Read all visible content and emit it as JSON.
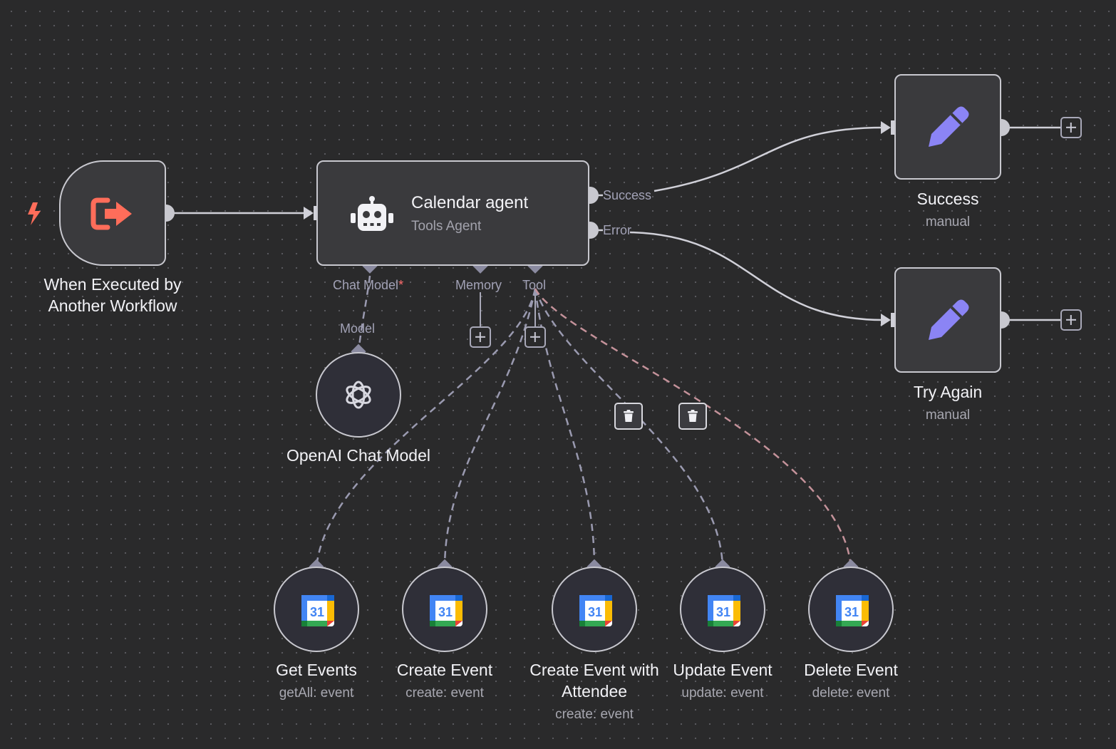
{
  "nodes": {
    "trigger": {
      "title_line1": "When Executed by",
      "title_line2": "Another Workflow"
    },
    "agent": {
      "title": "Calendar agent",
      "subtitle": "Tools Agent"
    },
    "success": {
      "title": "Success",
      "subtitle": "manual"
    },
    "try_again": {
      "title": "Try Again",
      "subtitle": "manual"
    },
    "openai": {
      "title": "OpenAI Chat Model"
    },
    "get_events": {
      "title": "Get Events",
      "subtitle": "getAll: event",
      "icon_text": "31"
    },
    "create_event": {
      "title": "Create Event",
      "subtitle": "create: event",
      "icon_text": "31"
    },
    "create_event_attendee": {
      "title_line1": "Create Event with",
      "title_line2": "Attendee",
      "subtitle": "create: event",
      "icon_text": "31"
    },
    "update_event": {
      "title": "Update Event",
      "subtitle": "update: event",
      "icon_text": "31"
    },
    "delete_event": {
      "title": "Delete Event",
      "subtitle": "delete: event",
      "icon_text": "31"
    }
  },
  "ports": {
    "success": "Success",
    "error": "Error",
    "chat_model": "Chat Model",
    "required_mark": "*",
    "memory": "Memory",
    "tool": "Tool",
    "model": "Model"
  },
  "icons": {
    "trigger": "sign-out-arrow-icon",
    "bolt": "lightning-bolt-icon",
    "agent": "robot-icon",
    "edit": "pencil-icon",
    "openai": "openai-logo-icon",
    "calendar": "google-calendar-icon",
    "add": "plus-icon",
    "delete": "trash-icon"
  },
  "colors": {
    "background": "#2a2a2b",
    "node_fill": "#3a3a3d",
    "trigger_accent": "#ff6d5a",
    "pencil": "#8b84f5",
    "edge": "#d0d0d8",
    "tool_edge": "#9a9ab0",
    "delete_edge": "#c4929a",
    "required": "#ff6d6d"
  }
}
